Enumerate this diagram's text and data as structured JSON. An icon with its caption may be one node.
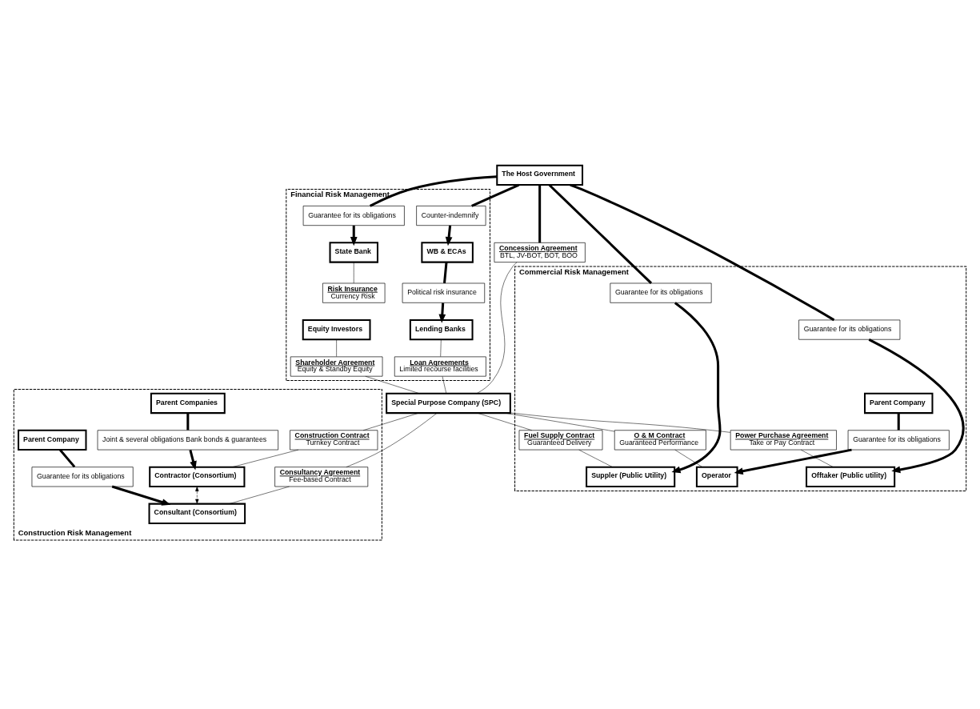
{
  "diagram": {
    "nodes": [
      {
        "text": [
          "Financial Risk Management"
        ]
      },
      {
        "text": [
          "Counter-indemnify"
        ],
        "in": 0
      },
      {
        "text": [
          "WB & ECAs"
        ],
        "in": 0
      },
      {
        "text": [
          "Political risk insurance"
        ],
        "in": 0
      },
      {
        "text": [
          "Lending Banks"
        ],
        "in": 0
      },
      {
        "text": [
          "Loan Agreements",
          "Limited recourse facilities"
        ],
        "in": 0
      },
      {
        "text": [
          "Guarantee for its obligations"
        ],
        "in": 0
      },
      {
        "text": [
          "State Bank"
        ],
        "in": 0
      },
      {
        "text": [
          "Risk Insurance",
          "Currency Risk"
        ],
        "in": 0
      },
      {
        "text": [
          "Equity Investors"
        ],
        "in": 0
      },
      {
        "text": [
          "Shareholder Agreement",
          "Equity & Standby Equity"
        ],
        "in": 0
      },
      {
        "text": [
          "The Host Government"
        ]
      },
      {
        "text": [
          "Concession Agreement",
          "BTL, JV-BOT, BOT, BOO"
        ]
      },
      {
        "text": [
          "Special Purpose Company (SPC)"
        ]
      },
      {
        "text": [
          "Construction Risk Management"
        ]
      },
      {
        "text": [
          "Construction Contract",
          "Turnkey Contract"
        ],
        "in": 14
      },
      {
        "text": [
          "Consultancy Agreement",
          "Fee-based Contract"
        ],
        "in": 14
      },
      {
        "text": [
          "Contractor (Consortium)"
        ],
        "in": 14
      },
      {
        "text": [
          "Consultant (Consortium)"
        ],
        "in": 14
      },
      {
        "text": [
          "Joint & several obligations Bank bonds & guarantees"
        ],
        "in": 14
      },
      {
        "text": [
          "Guarantee for its obligations"
        ],
        "in": 14
      },
      {
        "text": [
          "Parent Companies"
        ],
        "in": 14
      },
      {
        "text": [
          "Parent Company"
        ],
        "in": 14
      },
      {
        "text": [
          "Commercial Risk Management"
        ]
      },
      {
        "text": [
          "Fuel Supply Contract",
          "Guaranteed Delivery"
        ],
        "in": 23
      },
      {
        "text": [
          "Suppler (Public Utility)"
        ],
        "in": 23
      },
      {
        "text": [
          "Guarantee for its obligations"
        ],
        "in": 23
      },
      {
        "text": [
          "Power Purchase Agreement",
          "Take or Pay Contract"
        ],
        "in": 23
      },
      {
        "text": [
          "Offtaker (Public utility)"
        ],
        "in": 23
      },
      {
        "text": [
          "Guarantee for its obligations"
        ],
        "in": 23
      },
      {
        "text": [
          "O & M Contract",
          "Guaranteed Performance"
        ],
        "in": 23
      },
      {
        "text": [
          "Operator"
        ],
        "in": 23
      },
      {
        "text": [
          "Guarantee for its obligations"
        ],
        "in": 23
      },
      {
        "text": [
          "Parent Company"
        ],
        "in": 23
      }
    ],
    "edges": [
      {
        "from": 11,
        "to": 12,
        "arrow": "none",
        "style": "thick"
      },
      {
        "from": 12,
        "to": 13,
        "arrow": "none"
      },
      {
        "from": 11,
        "to": 1,
        "arrow": "none",
        "style": "thick"
      },
      {
        "from": 1,
        "to": 2,
        "arrow": "to",
        "style": "thick"
      },
      {
        "from": 2,
        "to": 3,
        "arrow": "none",
        "style": "thick"
      },
      {
        "from": 3,
        "to": 4,
        "arrow": "to",
        "style": "thick"
      },
      {
        "from": 4,
        "to": 5,
        "arrow": "none"
      },
      {
        "from": 11,
        "to": 6,
        "arrow": "none",
        "style": "thick"
      },
      {
        "from": 6,
        "to": 7,
        "arrow": "to",
        "style": "thick"
      },
      {
        "from": 7,
        "to": 8,
        "arrow": "none"
      },
      {
        "from": 9,
        "to": 10,
        "arrow": "none"
      },
      {
        "from": 5,
        "to": 13,
        "arrow": "none"
      },
      {
        "from": 10,
        "to": 13,
        "arrow": "none"
      },
      {
        "from": 13,
        "to": 15,
        "arrow": "none"
      },
      {
        "from": 13,
        "to": 16,
        "arrow": "none"
      },
      {
        "from": 15,
        "to": 17,
        "arrow": "none"
      },
      {
        "from": 16,
        "to": 18,
        "arrow": "none"
      },
      {
        "from": 17,
        "to": 18,
        "arrow": "both",
        "style": "dashed"
      },
      {
        "from": 19,
        "to": 17,
        "arrow": "to",
        "style": "thick"
      },
      {
        "from": 21,
        "to": 19,
        "arrow": "none",
        "style": "thick"
      },
      {
        "from": 20,
        "to": 18,
        "arrow": "to",
        "style": "thick"
      },
      {
        "from": 22,
        "to": 20,
        "arrow": "none",
        "style": "thick"
      },
      {
        "from": 13,
        "to": 24,
        "arrow": "none"
      },
      {
        "from": 13,
        "to": 27,
        "arrow": "none"
      },
      {
        "from": 13,
        "to": 30,
        "arrow": "none"
      },
      {
        "from": 24,
        "to": 25,
        "arrow": "none"
      },
      {
        "from": 27,
        "to": 28,
        "arrow": "none"
      },
      {
        "from": 30,
        "to": 31,
        "arrow": "none"
      },
      {
        "from": 11,
        "to": 26,
        "arrow": "none",
        "style": "thick"
      },
      {
        "from": 26,
        "to": 25,
        "arrow": "to",
        "style": "thick"
      },
      {
        "from": 11,
        "to": 29,
        "arrow": "none",
        "style": "thick"
      },
      {
        "from": 29,
        "to": 28,
        "arrow": "to",
        "style": "thick"
      },
      {
        "from": 33,
        "to": 32,
        "arrow": "none",
        "style": "thick"
      },
      {
        "from": 32,
        "to": 31,
        "arrow": "to",
        "style": "thick"
      }
    ]
  }
}
